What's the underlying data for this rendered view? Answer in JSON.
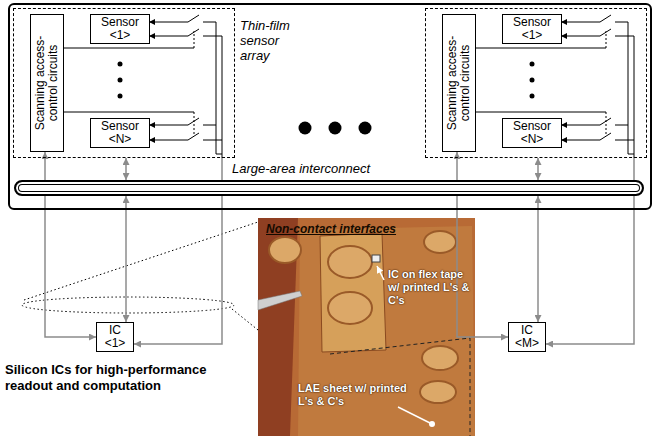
{
  "diagram": {
    "nodes": [
      {
        "text": []
      },
      {
        "text": [
          "Thin-film sensor array"
        ],
        "in": 0
      },
      {
        "text": [
          "Scanning access-control circuits"
        ],
        "in": 1
      },
      {
        "text": [
          "Sensor <1>"
        ],
        "in": 1
      },
      {
        "text": [
          "Sensor <N>"
        ],
        "in": 1
      },
      {
        "text": [],
        "in": 0
      },
      {
        "text": [
          "Scanning access-control circuits"
        ],
        "in": 5
      },
      {
        "text": [
          "Sensor <1>"
        ],
        "in": 5
      },
      {
        "text": [
          "Sensor <N>"
        ],
        "in": 5
      },
      {
        "text": [
          "Large-area interconnect"
        ],
        "in": 0
      },
      {
        "text": [
          "IC <1>"
        ]
      },
      {
        "text": [
          "IC <M>"
        ]
      }
    ],
    "edges": [
      {
        "from": 10,
        "to": 2,
        "arrow": "both"
      },
      {
        "from": 10,
        "to": 9,
        "arrow": "both"
      },
      {
        "from": 1,
        "to": 9,
        "arrow": "both"
      },
      {
        "from": 1,
        "to": 10,
        "arrow": "to"
      },
      {
        "from": 11,
        "to": 6,
        "arrow": "both"
      },
      {
        "from": 11,
        "to": 9,
        "arrow": "both"
      },
      {
        "from": 5,
        "to": 9,
        "arrow": "both"
      },
      {
        "from": 5,
        "to": 11,
        "arrow": "to"
      }
    ],
    "labels": [
      "Non-contact interfaces",
      "IC on flex tape w/ printed L's & C's",
      "LAE sheet w/ printed L's & C's",
      "Silicon ICs for high-performance readout and computation"
    ]
  }
}
